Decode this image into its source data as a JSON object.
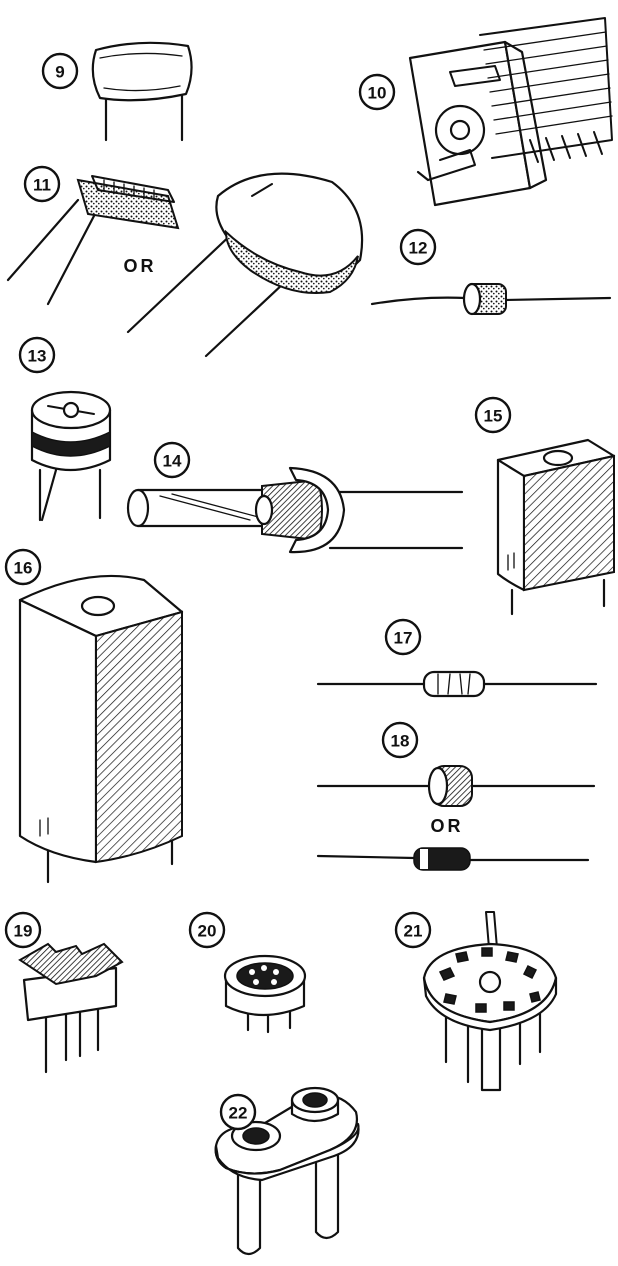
{
  "labels": {
    "c9": "9",
    "c10": "10",
    "c11": "11",
    "c12": "12",
    "c13": "13",
    "c14": "14",
    "c15": "15",
    "c16": "16",
    "c17": "17",
    "c18": "18",
    "c19": "19",
    "c20": "20",
    "c21": "21",
    "c22": "22"
  },
  "or_text": {
    "or_11": "OR",
    "or_18": "OR"
  }
}
